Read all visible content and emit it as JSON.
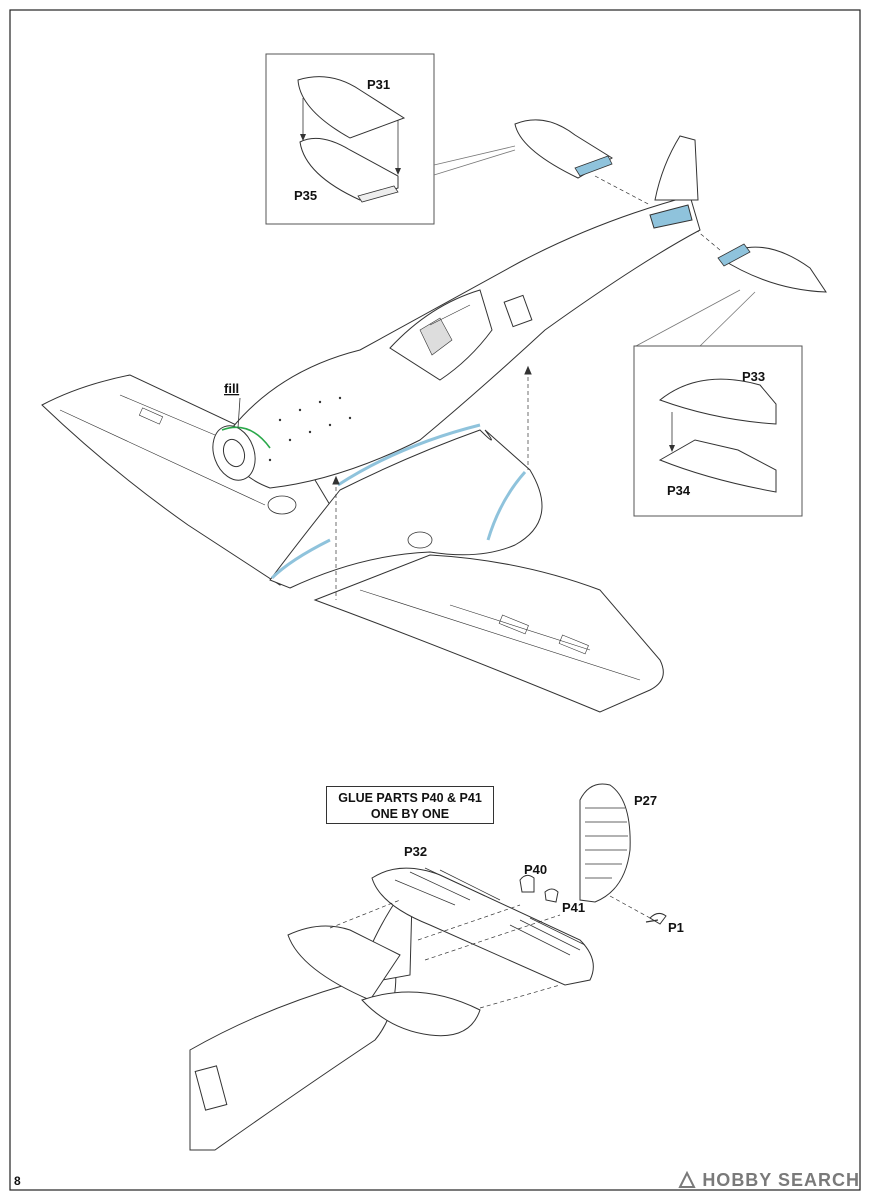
{
  "parts": {
    "p31": "P31",
    "p35": "P35",
    "p33": "P33",
    "p34": "P34",
    "p32": "P32",
    "p40": "P40",
    "p41": "P41",
    "p27": "P27",
    "p1": "P1"
  },
  "annotations": {
    "fill": "fill"
  },
  "note": {
    "line1": "GLUE PARTS P40 & P41",
    "line2": "ONE BY ONE"
  },
  "page_number": "8",
  "watermark": "HOBBY SEARCH",
  "colors": {
    "line": "#333333",
    "highlight": "#8fc3dc",
    "fill_mark": "#2aa84a"
  }
}
